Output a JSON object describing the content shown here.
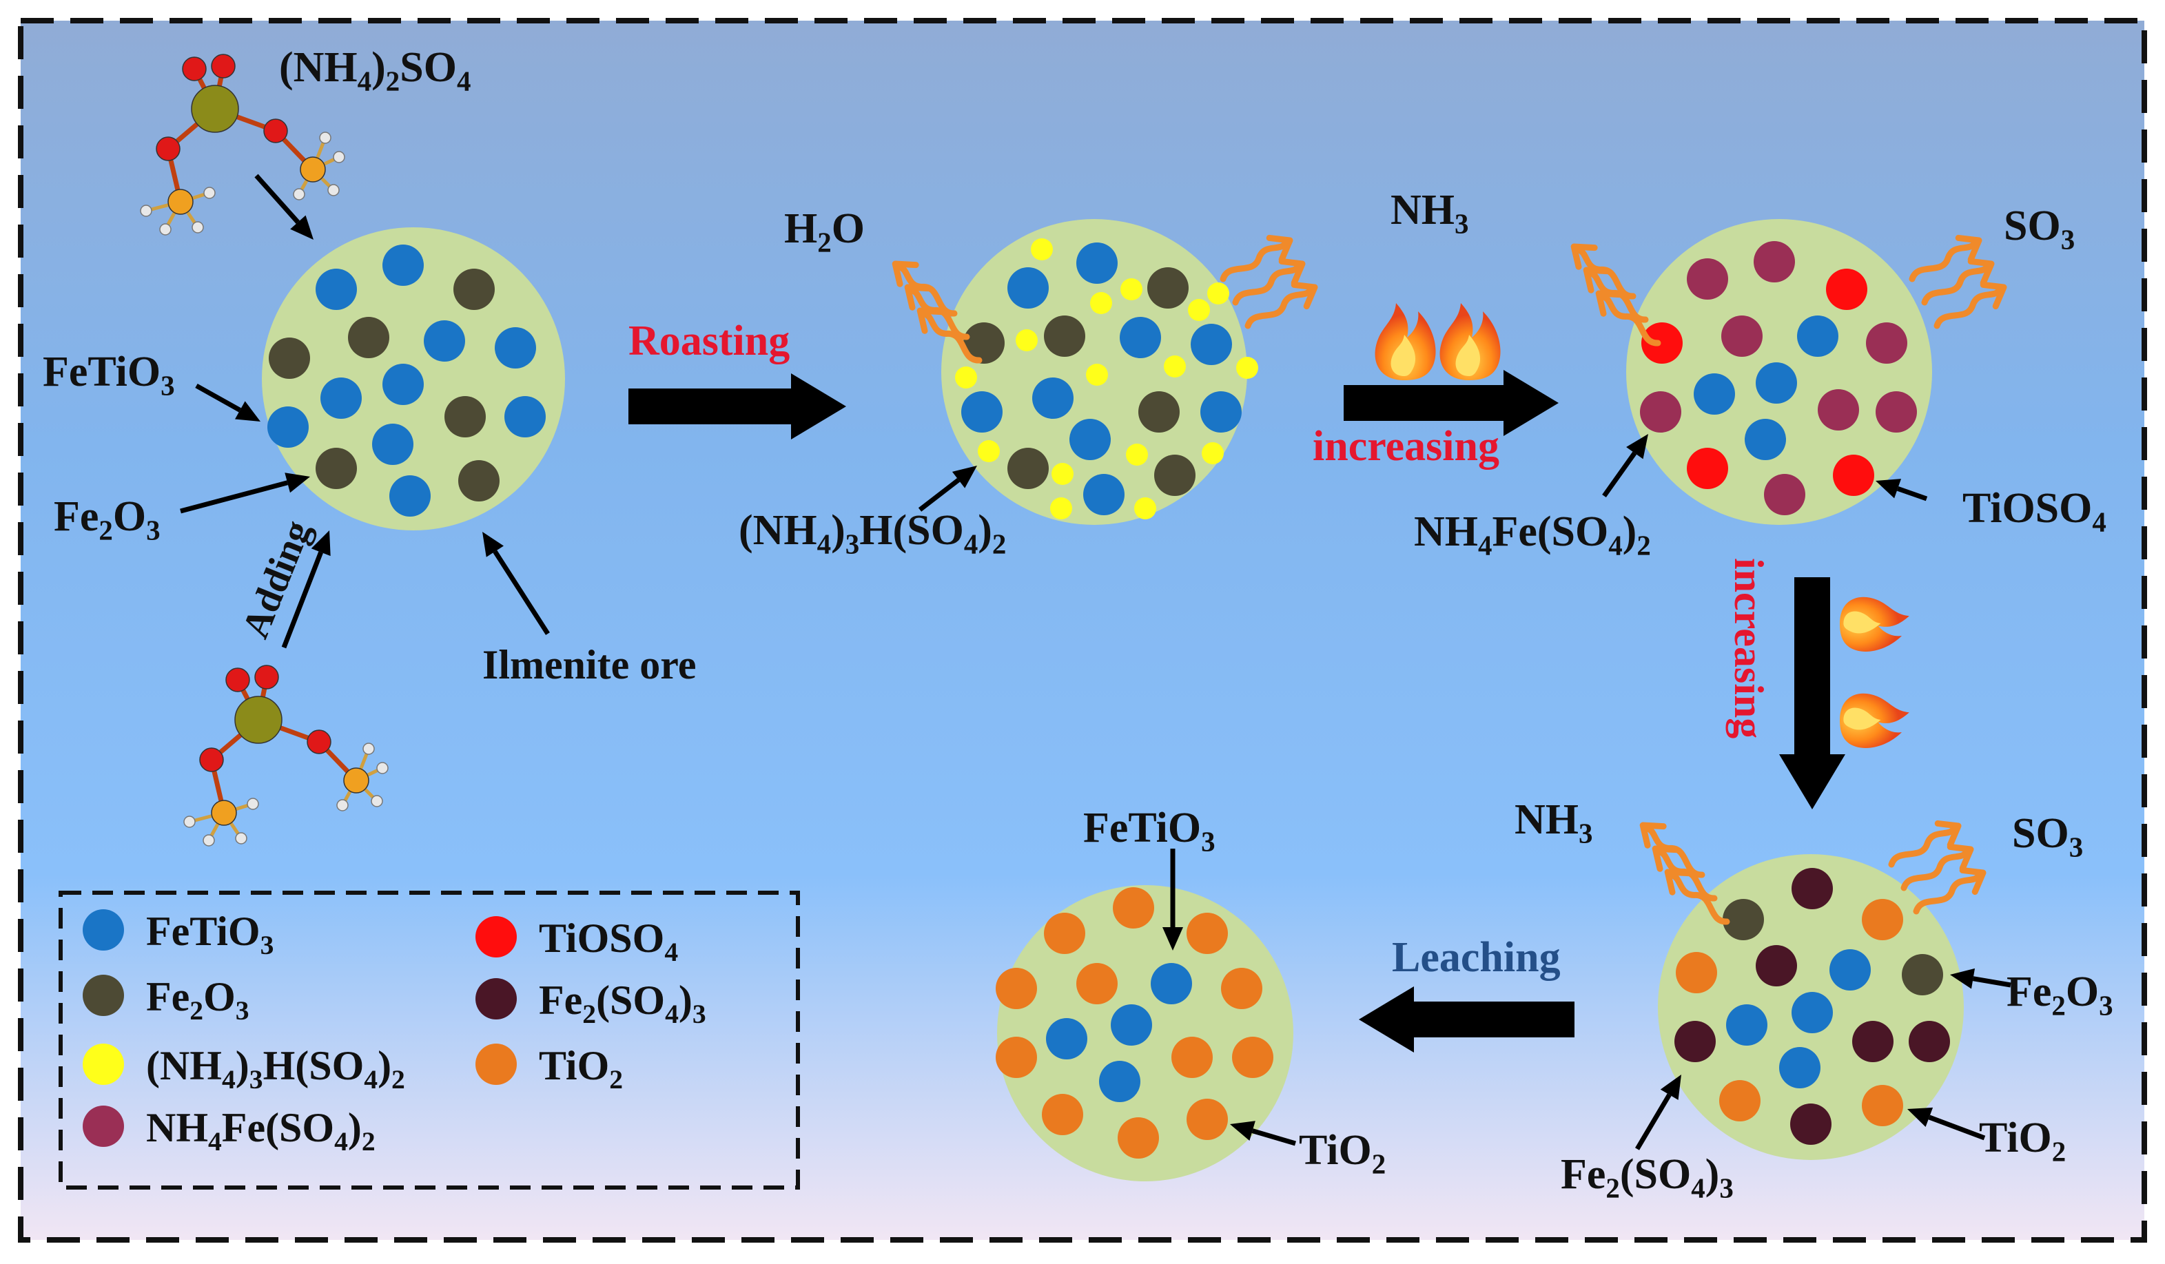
{
  "labels": {
    "nh4_2so4": [
      "(NH",
      "4",
      ")",
      "2",
      "SO",
      "4"
    ],
    "fetio3_left": [
      "FeTiO",
      "3"
    ],
    "fe2o3_left": [
      "Fe",
      "2",
      "O",
      "3"
    ],
    "adding": "Adding",
    "ilmenite_ore": "Ilmenite ore",
    "roasting": "Roasting",
    "h2o": [
      "H",
      "2",
      "O"
    ],
    "nh4_3h_so4_2": [
      "(NH",
      "4",
      ")",
      "3",
      "H(SO",
      "4",
      ")",
      "2"
    ],
    "nh3_top": [
      "NH",
      "3"
    ],
    "increasing_h": "increasing",
    "so3_top": [
      "SO",
      "3"
    ],
    "nh4fe_so4_2": [
      "NH",
      "4",
      "Fe(SO",
      "4",
      ")",
      "2"
    ],
    "tioso4_label": [
      "TiOSO",
      "4"
    ],
    "increasing_v": "increasing",
    "nh3_bottom": [
      "NH",
      "3"
    ],
    "so3_bottom": [
      "SO",
      "3"
    ],
    "fe2o3_right": [
      "Fe",
      "2",
      "O",
      "3"
    ],
    "tio2_right": [
      "TiO",
      "2"
    ],
    "fe2_so4_3_bottom": [
      "Fe",
      "2",
      "(SO",
      "4",
      ")",
      "3"
    ],
    "leaching": "Leaching",
    "fetio3_product": [
      "FeTiO",
      "3"
    ],
    "tio2_product": [
      "TiO",
      "2"
    ]
  },
  "legend": [
    {
      "parts": [
        "FeTiO",
        "3"
      ],
      "color": "#1a75c6"
    },
    {
      "parts": [
        "Fe",
        "2",
        "O",
        "3"
      ],
      "color": "#4d4a34"
    },
    {
      "parts": [
        "(NH",
        "4",
        ")",
        "3",
        "H(SO",
        "4",
        ")",
        "2"
      ],
      "color": "#ffff1a"
    },
    {
      "parts": [
        "NH",
        "4",
        "Fe(SO",
        "4",
        ")",
        "2"
      ],
      "color": "#9a2f55"
    },
    {
      "parts": [
        "TiOSO",
        "4"
      ],
      "color": "#ff0d0d"
    },
    {
      "parts": [
        "Fe",
        "2",
        "(SO",
        "4",
        ")",
        "3"
      ],
      "color": "#4a1626"
    },
    {
      "parts": [
        "TiO",
        "2"
      ],
      "color": "#ea7a1f"
    }
  ],
  "colors": {
    "particle_fill": "#c8dc9e",
    "fetio3": "#1a75c6",
    "fe2o3": "#4d4a34",
    "nh4_3h_so4_2": "#ffff1a",
    "nh4fe_so4_2": "#9a2f55",
    "tioso4": "#ff0d0d",
    "fe2_so4_3": "#4a1626",
    "tio2": "#ea7a1f",
    "process_text": "#e5162e",
    "leaching_text": "#244f88",
    "arrow": "#000000",
    "gas_arrow": "#f08a2a"
  }
}
